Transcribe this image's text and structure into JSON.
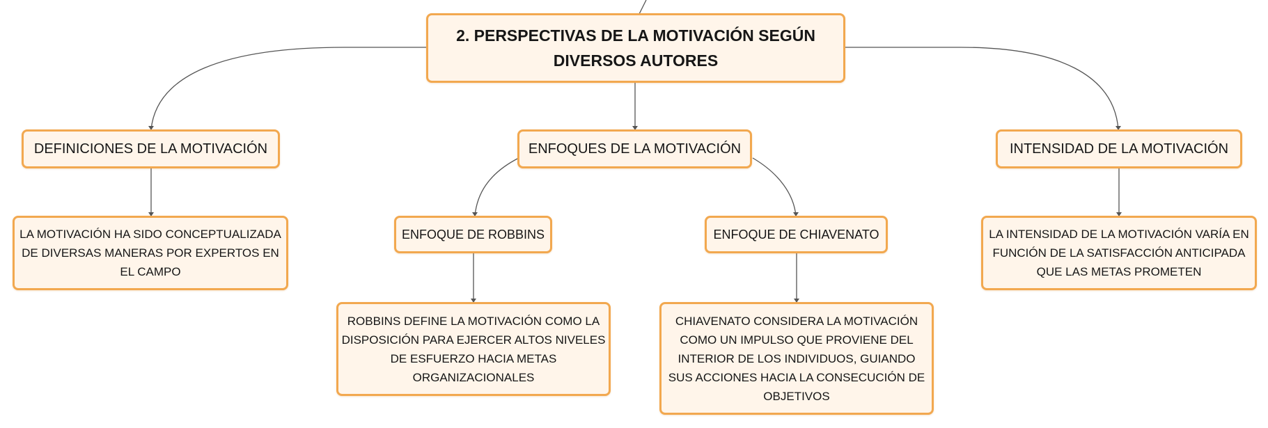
{
  "colors": {
    "node_fill": "#fff5ea",
    "node_border": "#f2a84f",
    "connector": "#555555",
    "text": "#161616"
  },
  "root": {
    "label": "2. PERSPECTIVAS DE LA MOTIVACIÓN SEGÚN DIVERSOS AUTORES"
  },
  "branches": {
    "definiciones": {
      "label": "DEFINICIONES DE LA MOTIVACIÓN",
      "detail": "LA MOTIVACIÓN HA SIDO CONCEPTUALIZADA DE DIVERSAS MANERAS POR EXPERTOS EN EL CAMPO"
    },
    "enfoques": {
      "label": "ENFOQUES DE LA MOTIVACIÓN",
      "robbins": {
        "label": "ENFOQUE DE ROBBINS",
        "detail": "ROBBINS DEFINE LA MOTIVACIÓN COMO LA DISPOSICIÓN PARA EJERCER ALTOS NIVELES DE ESFUERZO HACIA METAS ORGANIZACIONALES"
      },
      "chiavenato": {
        "label": "ENFOQUE DE CHIAVENATO",
        "detail": "CHIAVENATO CONSIDERA LA MOTIVACIÓN COMO UN IMPULSO QUE PROVIENE DEL INTERIOR DE LOS INDIVIDUOS, GUIANDO SUS ACCIONES HACIA LA CONSECUCIÓN DE OBJETIVOS"
      }
    },
    "intensidad": {
      "label": "INTENSIDAD DE LA MOTIVACIÓN",
      "detail": "LA INTENSIDAD DE LA MOTIVACIÓN VARÍA EN FUNCIÓN DE LA SATISFACCIÓN ANTICIPADA QUE LAS METAS PROMETEN"
    }
  }
}
